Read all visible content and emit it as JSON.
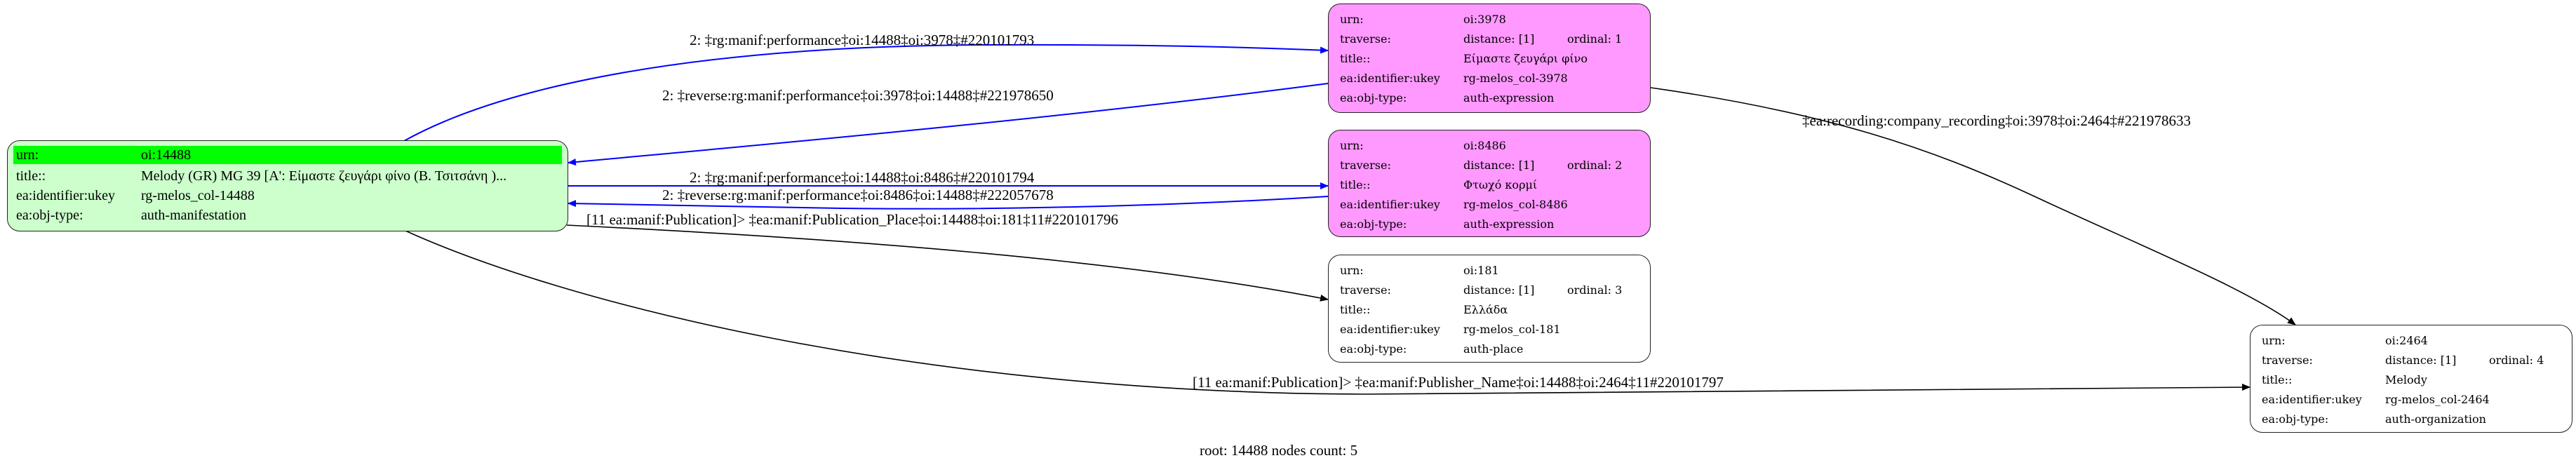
{
  "colors": {
    "root_fill": "#ccffcc",
    "root_header": "#00ff00",
    "expression_fill": "#ff99ff",
    "other_fill": "#ffffff",
    "blue_edge": "#0000ff",
    "black_edge": "#000000"
  },
  "root_node": {
    "rows": [
      {
        "label": "urn:",
        "value": "oi:14488"
      },
      {
        "label": "title::",
        "value": "Melody (GR) MG 39 [A': Είμαστε ζευγάρι φίνο (Β. Τσιτσάνη )..."
      },
      {
        "label": "ea:identifier:ukey",
        "value": "rg-melos_col-14488"
      },
      {
        "label": "ea:obj-type:",
        "value": "auth-manifestation"
      }
    ]
  },
  "nodes": [
    {
      "urn": "oi:3978",
      "distance": "distance: [1]",
      "ordinal": "ordinal: 1",
      "title": "Είμαστε ζευγάρι φίνο",
      "ukey": "rg-melos_col-3978",
      "type": "auth-expression"
    },
    {
      "urn": "oi:8486",
      "distance": "distance: [1]",
      "ordinal": "ordinal: 2",
      "title": "Φτωχό κορμί",
      "ukey": "rg-melos_col-8486",
      "type": "auth-expression"
    },
    {
      "urn": "oi:181",
      "distance": "distance: [1]",
      "ordinal": "ordinal: 3",
      "title": "Ελλάδα",
      "ukey": "rg-melos_col-181",
      "type": "auth-place"
    },
    {
      "urn": "oi:2464",
      "distance": "distance: [1]",
      "ordinal": "ordinal: 4",
      "title": "Melody",
      "ukey": "rg-melos_col-2464",
      "type": "auth-organization"
    }
  ],
  "row_labels": {
    "urn": "urn:",
    "traverse": "traverse:",
    "title": "title::",
    "ukey": "ea:identifier:ukey",
    "type": "ea:obj-type:"
  },
  "edges": [
    "2: ‡rg:manif:performance‡oi:14488‡oi:3978‡#220101793",
    "2: ‡reverse:rg:manif:performance‡oi:3978‡oi:14488‡#221978650",
    "2: ‡rg:manif:performance‡oi:14488‡oi:8486‡#220101794",
    "2: ‡reverse:rg:manif:performance‡oi:8486‡oi:14488‡#222057678",
    "[11 ea:manif:Publication]> ‡ea:manif:Publication_Place‡oi:14488‡oi:181‡11#220101796",
    "‡ea:recording:company_recording‡oi:3978‡oi:2464‡#221978633",
    "[11 ea:manif:Publication]> ‡ea:manif:Publisher_Name‡oi:14488‡oi:2464‡11#220101797"
  ],
  "footer": "root: 14488 nodes count: 5"
}
